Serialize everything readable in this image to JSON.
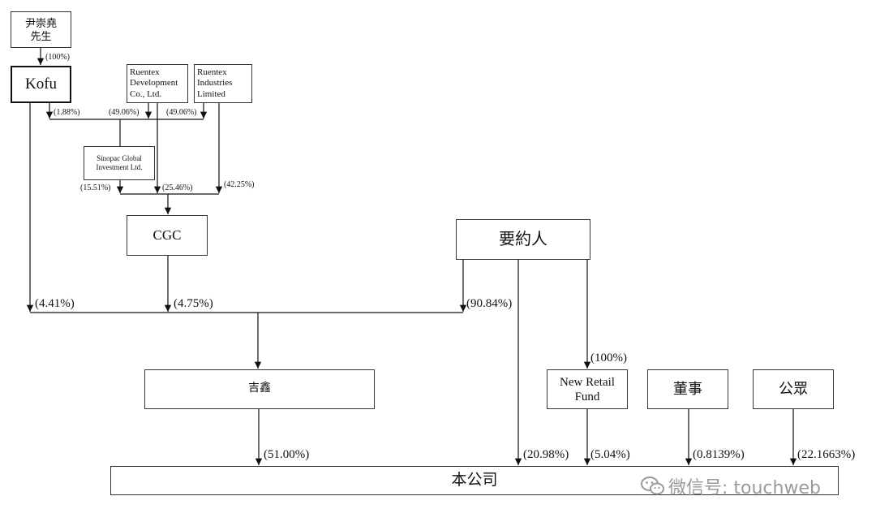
{
  "entities": {
    "yin": "尹崇堯\n先生",
    "kofu": "Kofu",
    "ruentex_dev": "Ruentex\nDevelopment\nCo., Ltd.",
    "ruentex_ind": "Ruentex\nIndustries\nLimited",
    "sinopac": "Sinopac Global\nInvestment Ltd.",
    "cgc": "CGC",
    "offeror": "要約人",
    "jixin": "吉鑫",
    "new_retail_fund": "New Retail\nFund",
    "directors": "董事",
    "public": "公眾",
    "company": "本公司"
  },
  "edges": [
    {
      "from": "yin",
      "to": "kofu",
      "pct": "(100%)"
    },
    {
      "from": "kofu",
      "to": "sinopac",
      "pct": "(1.88%)"
    },
    {
      "from": "ruentex_dev",
      "to": "sinopac",
      "pct": "(49.06%)"
    },
    {
      "from": "ruentex_ind",
      "to": "sinopac",
      "pct": "(49.06%)"
    },
    {
      "from": "sinopac",
      "to": "cgc",
      "pct": "(15.51%)"
    },
    {
      "from": "ruentex_dev",
      "to": "cgc",
      "pct": "(25.46%)"
    },
    {
      "from": "ruentex_ind",
      "to": "cgc",
      "pct": "(42.25%)"
    },
    {
      "from": "kofu",
      "to": "jixin",
      "pct": "(4.41%)"
    },
    {
      "from": "cgc",
      "to": "jixin",
      "pct": "(4.75%)"
    },
    {
      "from": "offeror",
      "to": "jixin",
      "pct": "(90.84%)"
    },
    {
      "from": "offeror",
      "to": "new_retail_fund",
      "pct": "(100%)"
    },
    {
      "from": "jixin",
      "to": "company",
      "pct": "(51.00%)"
    },
    {
      "from": "offeror",
      "to": "company",
      "pct": "(20.98%)"
    },
    {
      "from": "new_retail_fund",
      "to": "company",
      "pct": "(5.04%)"
    },
    {
      "from": "directors",
      "to": "company",
      "pct": "(0.8139%)"
    },
    {
      "from": "public",
      "to": "company",
      "pct": "(22.1663%)"
    }
  ],
  "watermark": {
    "icon": "wechat-icon",
    "text": "微信号: touchweb"
  },
  "colors": {
    "line": "#111111",
    "watermark": "#9a9a9a"
  }
}
